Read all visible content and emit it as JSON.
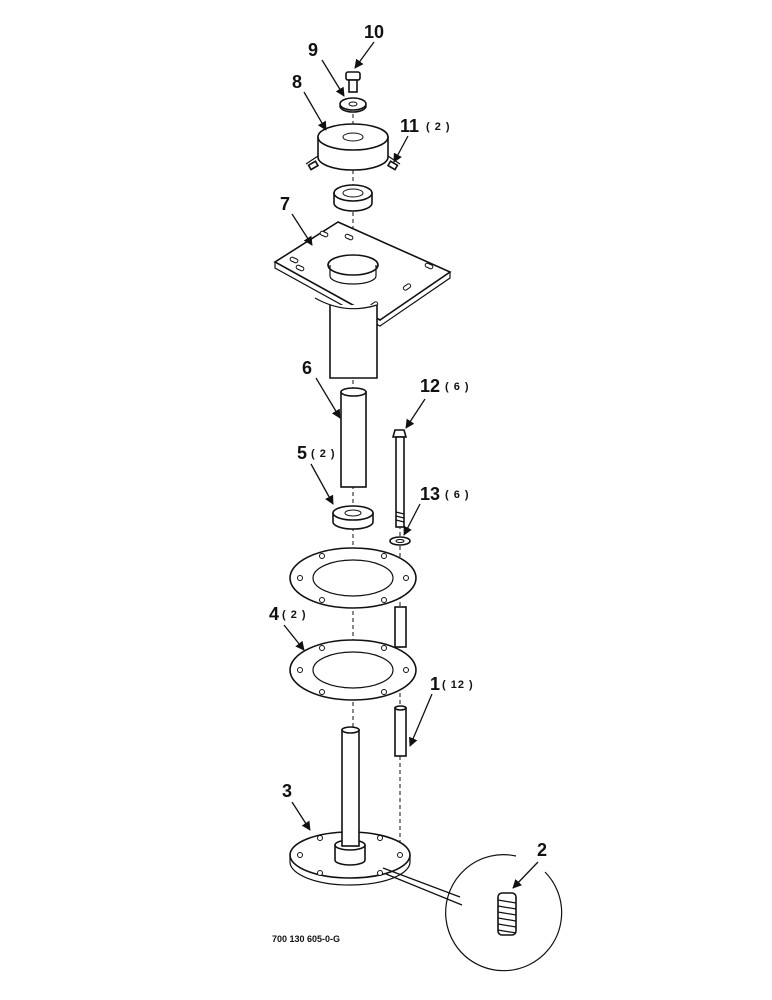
{
  "callouts": [
    {
      "id": "c1",
      "number": "1",
      "qty": "( 12 )"
    },
    {
      "id": "c2",
      "number": "2",
      "qty": ""
    },
    {
      "id": "c3",
      "number": "3",
      "qty": ""
    },
    {
      "id": "c4",
      "number": "4",
      "qty": "( 2 )"
    },
    {
      "id": "c5",
      "number": "5",
      "qty": "( 2 )"
    },
    {
      "id": "c6",
      "number": "6",
      "qty": ""
    },
    {
      "id": "c7",
      "number": "7",
      "qty": ""
    },
    {
      "id": "c8",
      "number": "8",
      "qty": ""
    },
    {
      "id": "c9",
      "number": "9",
      "qty": ""
    },
    {
      "id": "c10",
      "number": "10",
      "qty": ""
    },
    {
      "id": "c11",
      "number": "11",
      "qty": "( 2 )"
    },
    {
      "id": "c12",
      "number": "12",
      "qty": "( 6 )"
    },
    {
      "id": "c13",
      "number": "13",
      "qty": "( 6 )"
    }
  ],
  "drawing_code": "700 130 605-0-G"
}
